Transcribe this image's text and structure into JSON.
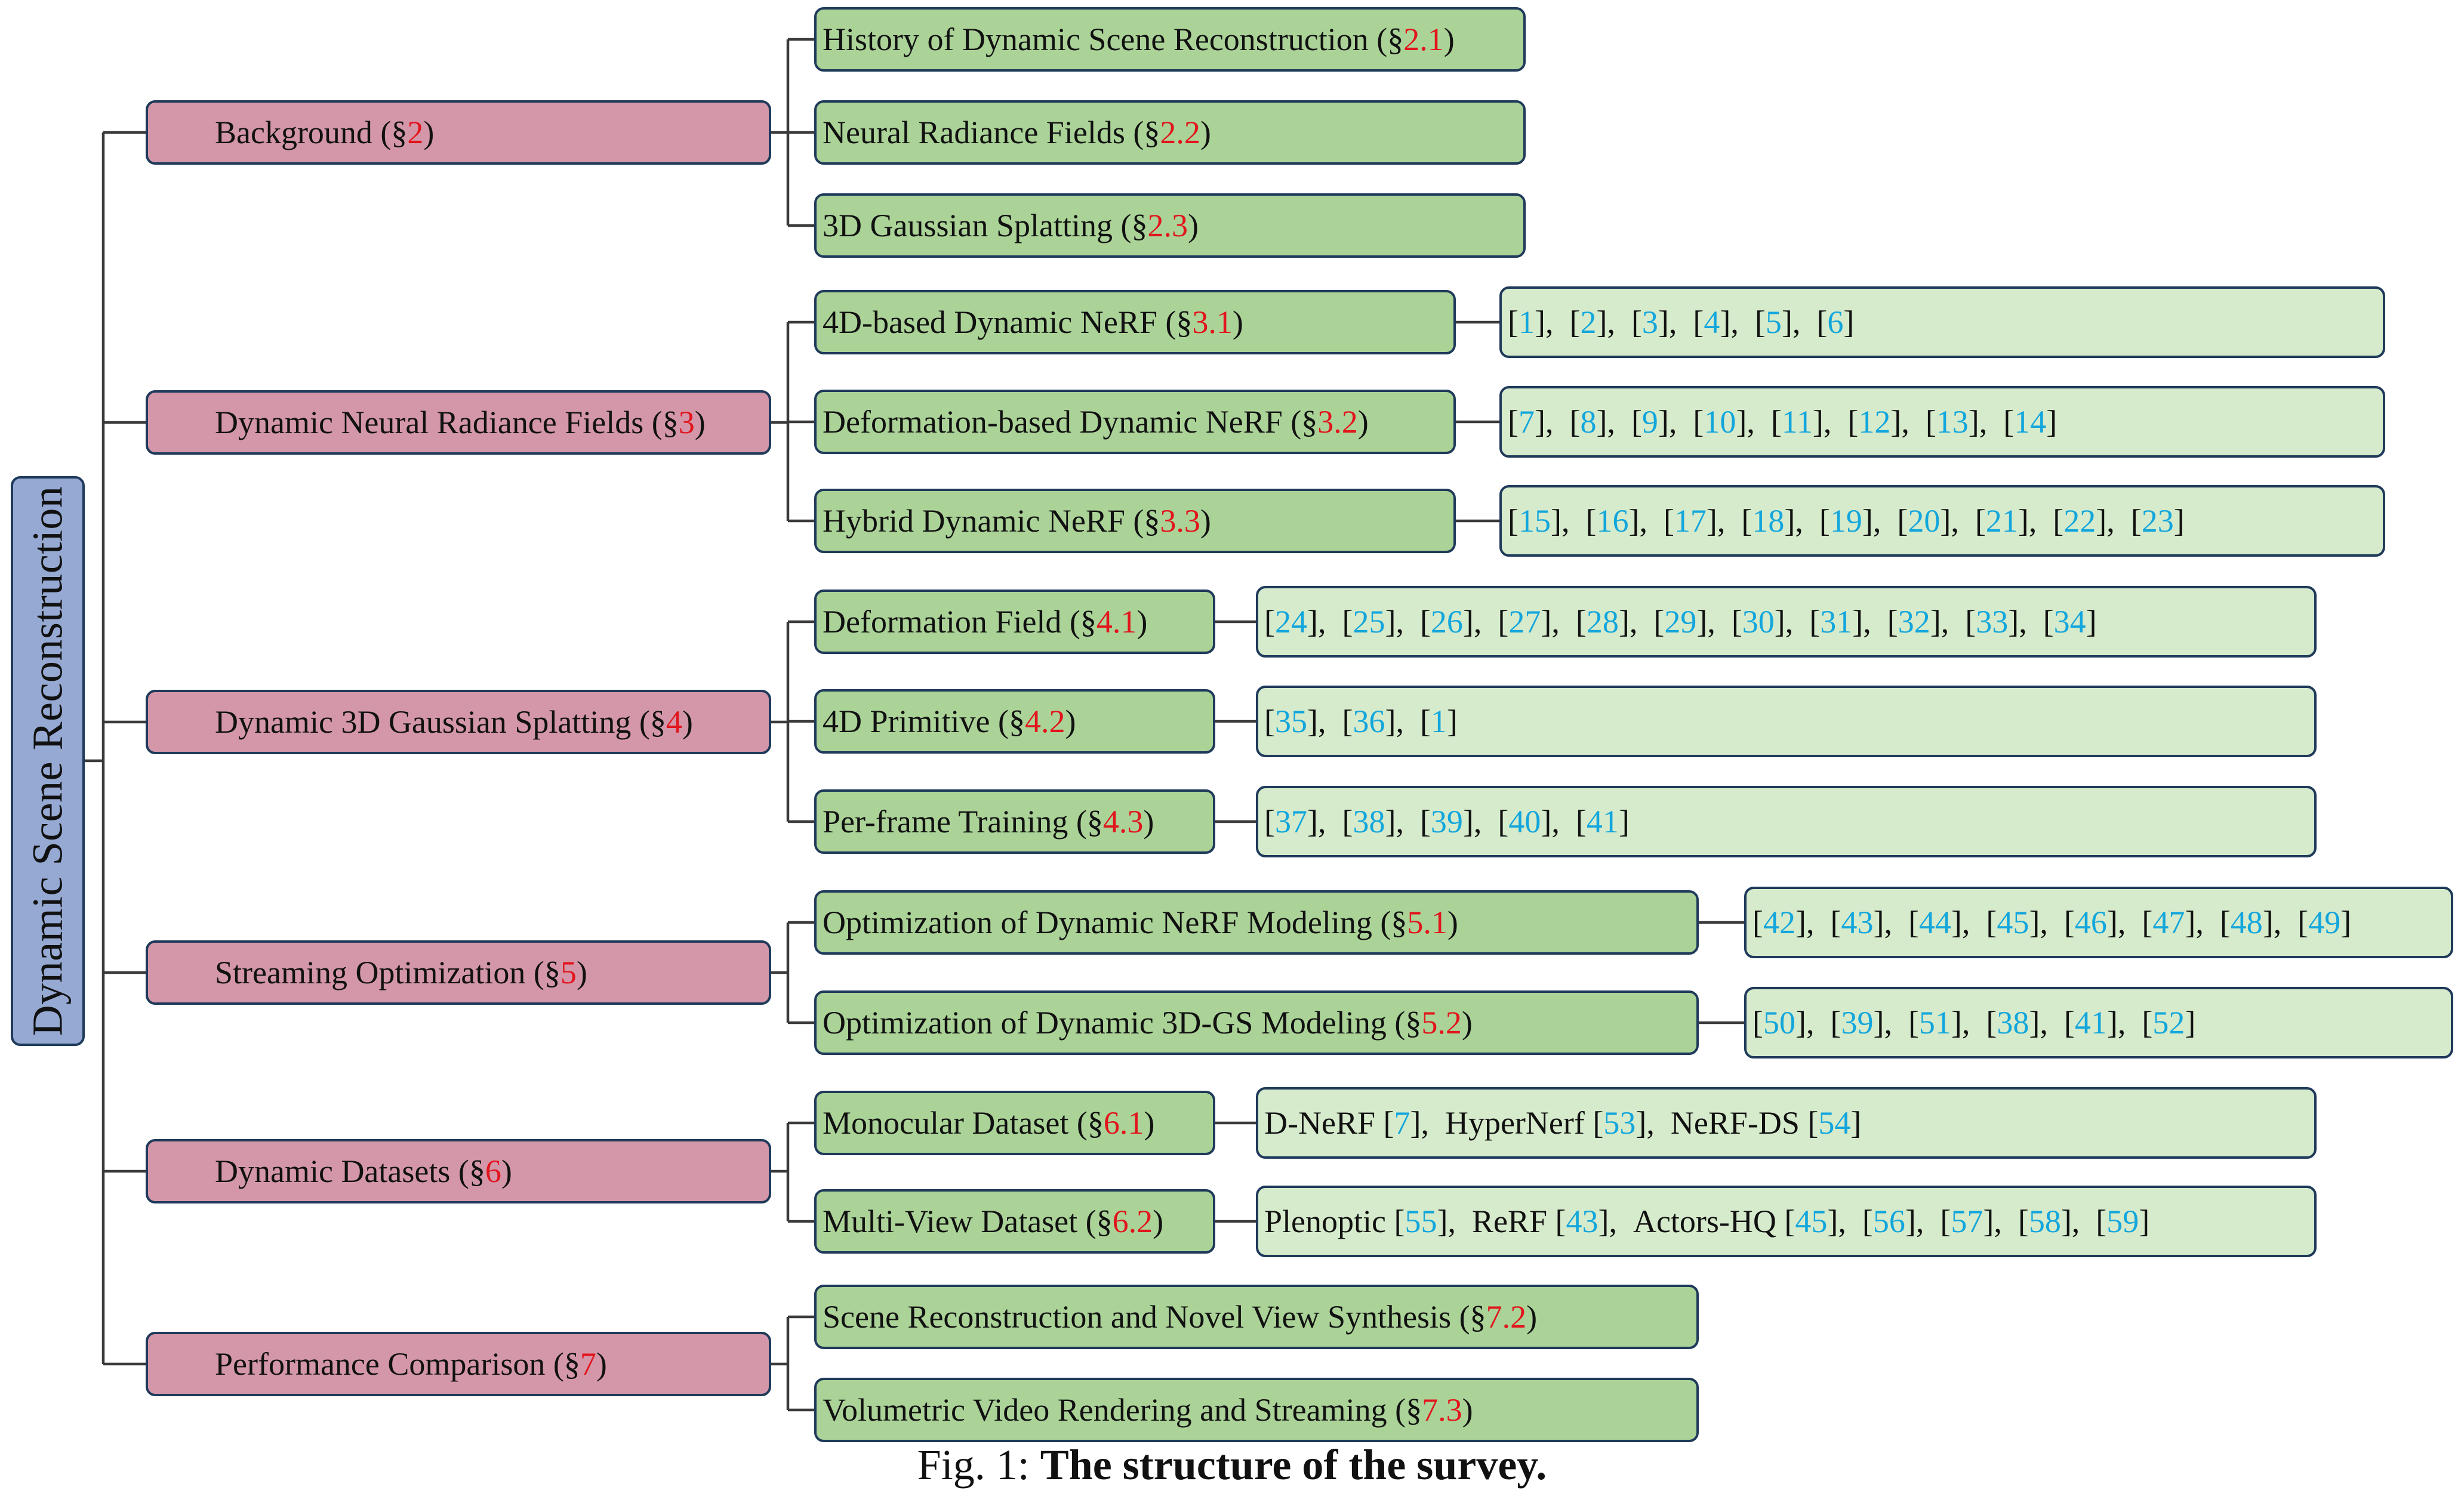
{
  "root": {
    "label": "Dynamic Scene Reconstruction"
  },
  "sections": [
    {
      "id": "background",
      "label": "Background (§",
      "num": "2",
      "subs": [
        {
          "label": "History of Dynamic Scene Reconstruction (§",
          "num": "2.1",
          "leaf": null
        },
        {
          "label": "Neural Radiance Fields (§",
          "num": "2.2",
          "leaf": null
        },
        {
          "label": "3D Gaussian Splatting (§",
          "num": "2.3",
          "leaf": null
        }
      ]
    },
    {
      "id": "dynamic-nerf",
      "label": "Dynamic Neural Radiance Fields (§",
      "num": "3",
      "subs": [
        {
          "label": "4D-based Dynamic NeRF (§",
          "num": "3.1",
          "leaf": {
            "pre": "",
            "cites": [
              "1",
              "2",
              "3",
              "4",
              "5",
              "6"
            ]
          }
        },
        {
          "label": "Deformation-based Dynamic NeRF (§",
          "num": "3.2",
          "leaf": {
            "pre": "",
            "cites": [
              "7",
              "8",
              "9",
              "10",
              "11",
              "12",
              "13",
              "14"
            ]
          }
        },
        {
          "label": "Hybrid Dynamic NeRF (§",
          "num": "3.3",
          "leaf": {
            "pre": "",
            "cites": [
              "15",
              "16",
              "17",
              "18",
              "19",
              "20",
              "21",
              "22",
              "23"
            ]
          }
        }
      ]
    },
    {
      "id": "dynamic-3dgs",
      "label": "Dynamic 3D Gaussian Splatting (§",
      "num": "4",
      "subs": [
        {
          "label": "Deformation Field (§",
          "num": "4.1",
          "leaf": {
            "pre": "",
            "cites": [
              "24",
              "25",
              "26",
              "27",
              "28",
              "29",
              "30",
              "31",
              "32",
              "33",
              "34"
            ]
          }
        },
        {
          "label": "4D Primitive (§",
          "num": "4.2",
          "leaf": {
            "pre": "",
            "cites": [
              "35",
              "36",
              "1"
            ]
          }
        },
        {
          "label": "Per-frame Training (§",
          "num": "4.3",
          "leaf": {
            "pre": "",
            "cites": [
              "37",
              "38",
              "39",
              "40",
              "41"
            ]
          }
        }
      ]
    },
    {
      "id": "streaming",
      "label": "Streaming Optimization (§",
      "num": "5",
      "subs": [
        {
          "label": "Optimization of Dynamic NeRF Modeling (§",
          "num": "5.1",
          "leaf": {
            "pre": "",
            "cites": [
              "42",
              "43",
              "44",
              "45",
              "46",
              "47",
              "48",
              "49"
            ]
          }
        },
        {
          "label": "Optimization of Dynamic 3D-GS Modeling (§",
          "num": "5.2",
          "leaf": {
            "pre": "",
            "cites": [
              "50",
              "39",
              "51",
              "38",
              "41",
              "52"
            ]
          }
        }
      ]
    },
    {
      "id": "datasets",
      "label": "Dynamic Datasets (§",
      "num": "6",
      "subs": [
        {
          "label": "Monocular Dataset (§",
          "num": "6.1",
          "leaf": {
            "named": [
              {
                "name": "D-NeRF",
                "cite": "7"
              },
              {
                "name": "HyperNerf",
                "cite": "53"
              },
              {
                "name": "NeRF-DS",
                "cite": "54"
              }
            ]
          }
        },
        {
          "label": "Multi-View Dataset (§",
          "num": "6.2",
          "leaf": {
            "named": [
              {
                "name": "Plenoptic",
                "cite": "55"
              },
              {
                "name": "ReRF",
                "cite": "43"
              },
              {
                "name": "Actors-HQ",
                "cite": "45"
              },
              {
                "name": "",
                "cite": "56"
              },
              {
                "name": "",
                "cite": "57"
              },
              {
                "name": "",
                "cite": "58"
              },
              {
                "name": "",
                "cite": "59"
              }
            ]
          }
        }
      ]
    },
    {
      "id": "performance",
      "label": "Performance Comparison (§",
      "num": "7",
      "subs": [
        {
          "label": "Scene Reconstruction and Novel View Synthesis (§",
          "num": "7.2",
          "leaf": null
        },
        {
          "label": "Volumetric Video Rendering and Streaming (§",
          "num": "7.3",
          "leaf": null
        }
      ]
    }
  ],
  "caption": {
    "prefix": "Fig. 1: ",
    "bold": "The structure of the survey."
  },
  "colors": {
    "root_fill": "#95a9d3",
    "section_fill": "#d497a9",
    "sub_fill": "#abd398",
    "leaf_fill": "#d6ebcc",
    "border": "#1f3a5a",
    "section_number": "#e2141c",
    "citation": "#12a6dc"
  }
}
